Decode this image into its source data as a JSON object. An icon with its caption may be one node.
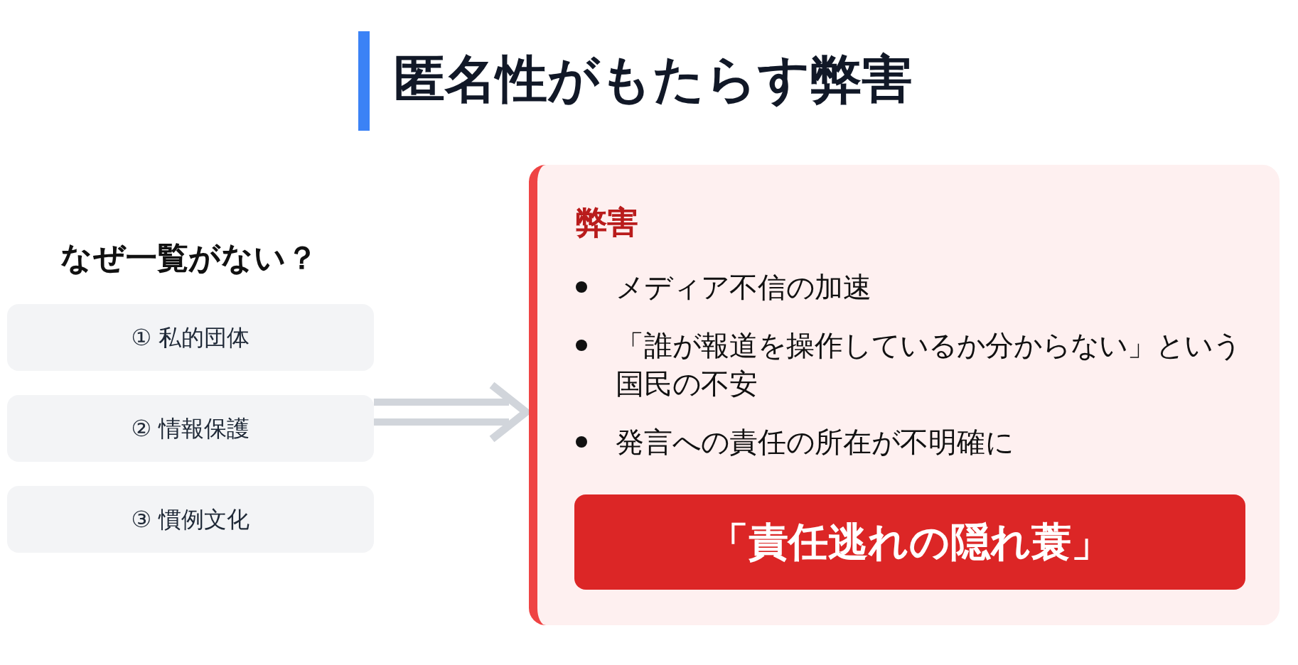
{
  "diagram": {
    "title": "匿名性がもたらす弊害",
    "nodes": [
      {
        "text": [
          "① 私的団体"
        ]
      },
      {
        "text": [
          "② 情報保護"
        ]
      },
      {
        "text": [
          "③ 慣例文化"
        ]
      },
      {
        "text": [
          "弊害",
          "メディア不信の加速",
          "「誰が報道を操作しているか分からない」という国民の不安",
          "発言への責任の所在が不明確に"
        ]
      },
      {
        "text": [
          "「責任逃れの隠れ蓑」"
        ],
        "in": 3
      }
    ],
    "edges": [
      {
        "from": 1,
        "to": 3,
        "arrow": "to"
      }
    ],
    "labels": [
      "なぜ一覧がない？"
    ]
  }
}
